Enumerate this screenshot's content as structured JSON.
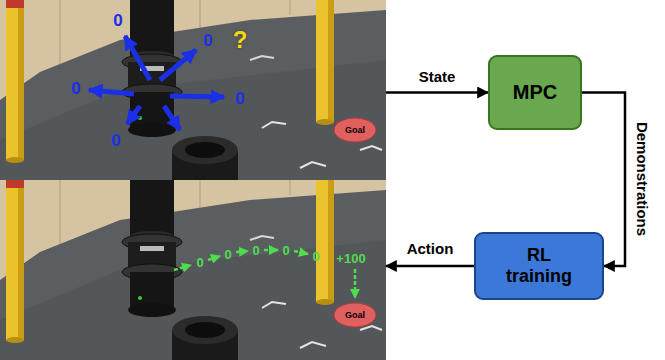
{
  "diagram": {
    "nodes": [
      {
        "text": [
          "0",
          "0",
          "?",
          "0",
          "0",
          "0"
        ]
      },
      {
        "text": [
          "Goal"
        ],
        "in": 0
      },
      {
        "text": [
          "MPC"
        ]
      },
      {
        "text": [
          "RL training"
        ]
      },
      {
        "text": [
          "0",
          "0",
          "0",
          "0",
          "0",
          "+100"
        ]
      },
      {
        "text": [
          "Goal"
        ],
        "in": 4
      }
    ],
    "edges": [
      {
        "from": 0,
        "to": 2,
        "arrow": "to",
        "label": "State"
      },
      {
        "from": 2,
        "to": 3,
        "arrow": "to",
        "label": "Demonstrations"
      },
      {
        "from": 3,
        "to": 4,
        "arrow": "to",
        "label": "Action"
      }
    ]
  }
}
